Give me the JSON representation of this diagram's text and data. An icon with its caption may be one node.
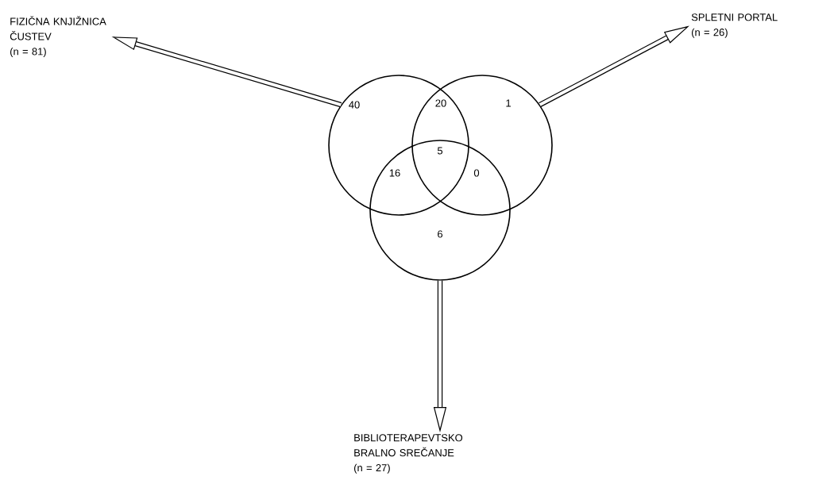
{
  "diagram": {
    "nodes": [
      {
        "text": [
          "FIZIČNA KNJIŽNICA ČUSTEV",
          "(n = 81)"
        ]
      },
      {
        "text": [
          "SPLETNI PORTAL",
          "(n = 26)"
        ]
      },
      {
        "text": [
          "BIBLIOTERAPEVTSKO BRALNO SREČANJE",
          "(n = 27)"
        ]
      },
      {
        "text": [],
        "shape": "circle"
      },
      {
        "text": [],
        "shape": "circle"
      },
      {
        "text": [],
        "shape": "circle"
      }
    ],
    "edges": [
      {
        "from": 3,
        "to": 0,
        "arrow": "to"
      },
      {
        "from": 4,
        "to": 1,
        "arrow": "to"
      },
      {
        "from": 5,
        "to": 2,
        "arrow": "to"
      }
    ],
    "labels": [
      "40",
      "20",
      "1",
      "5",
      "16",
      "0",
      "6"
    ]
  }
}
